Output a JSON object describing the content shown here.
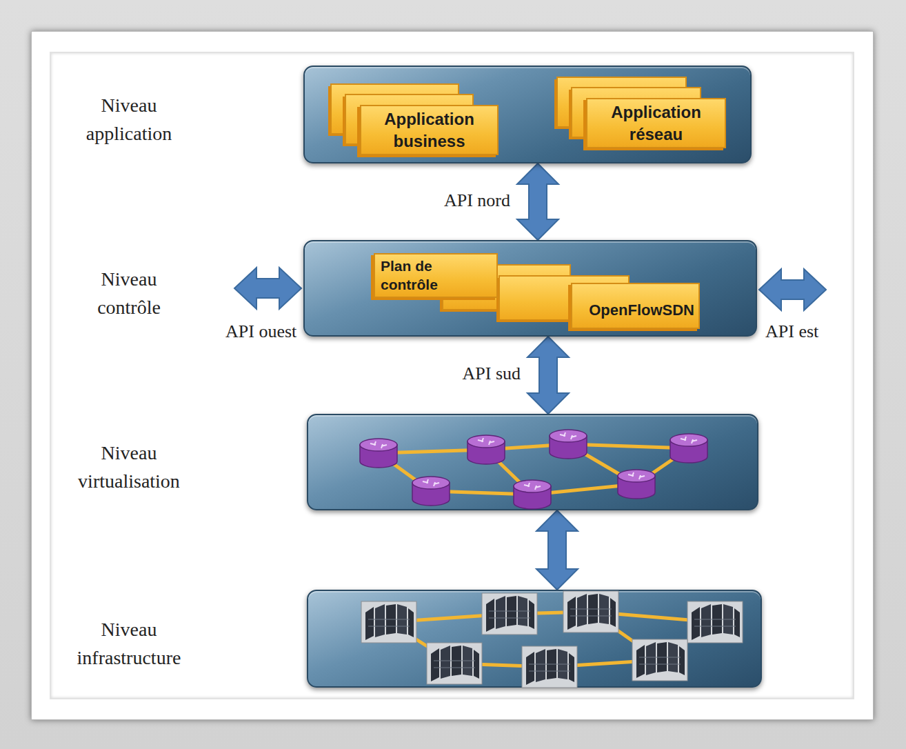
{
  "diagram": {
    "nodes": [
      {
        "text": [
          "Niveau application"
        ]
      },
      {
        "text": [
          "Application business"
        ],
        "in": 0
      },
      {
        "text": [
          "Application réseau"
        ],
        "in": 0
      },
      {
        "text": [
          "Niveau contrôle"
        ]
      },
      {
        "text": [
          "Plan de contrôle"
        ],
        "in": 3
      },
      {
        "text": [
          "OpenFlowSDN"
        ],
        "in": 3
      },
      {
        "text": [
          "Niveau virtualisation"
        ]
      },
      {
        "text": [
          "Niveau infrastructure"
        ]
      }
    ],
    "edges": [
      {
        "from": 0,
        "to": 3,
        "label": "API nord",
        "arrow": "both"
      },
      {
        "from": 3,
        "to": 6,
        "label": "API sud",
        "arrow": "both"
      },
      {
        "from": 6,
        "to": 7,
        "arrow": "both"
      }
    ],
    "labels": [
      "API ouest",
      "API est"
    ]
  }
}
